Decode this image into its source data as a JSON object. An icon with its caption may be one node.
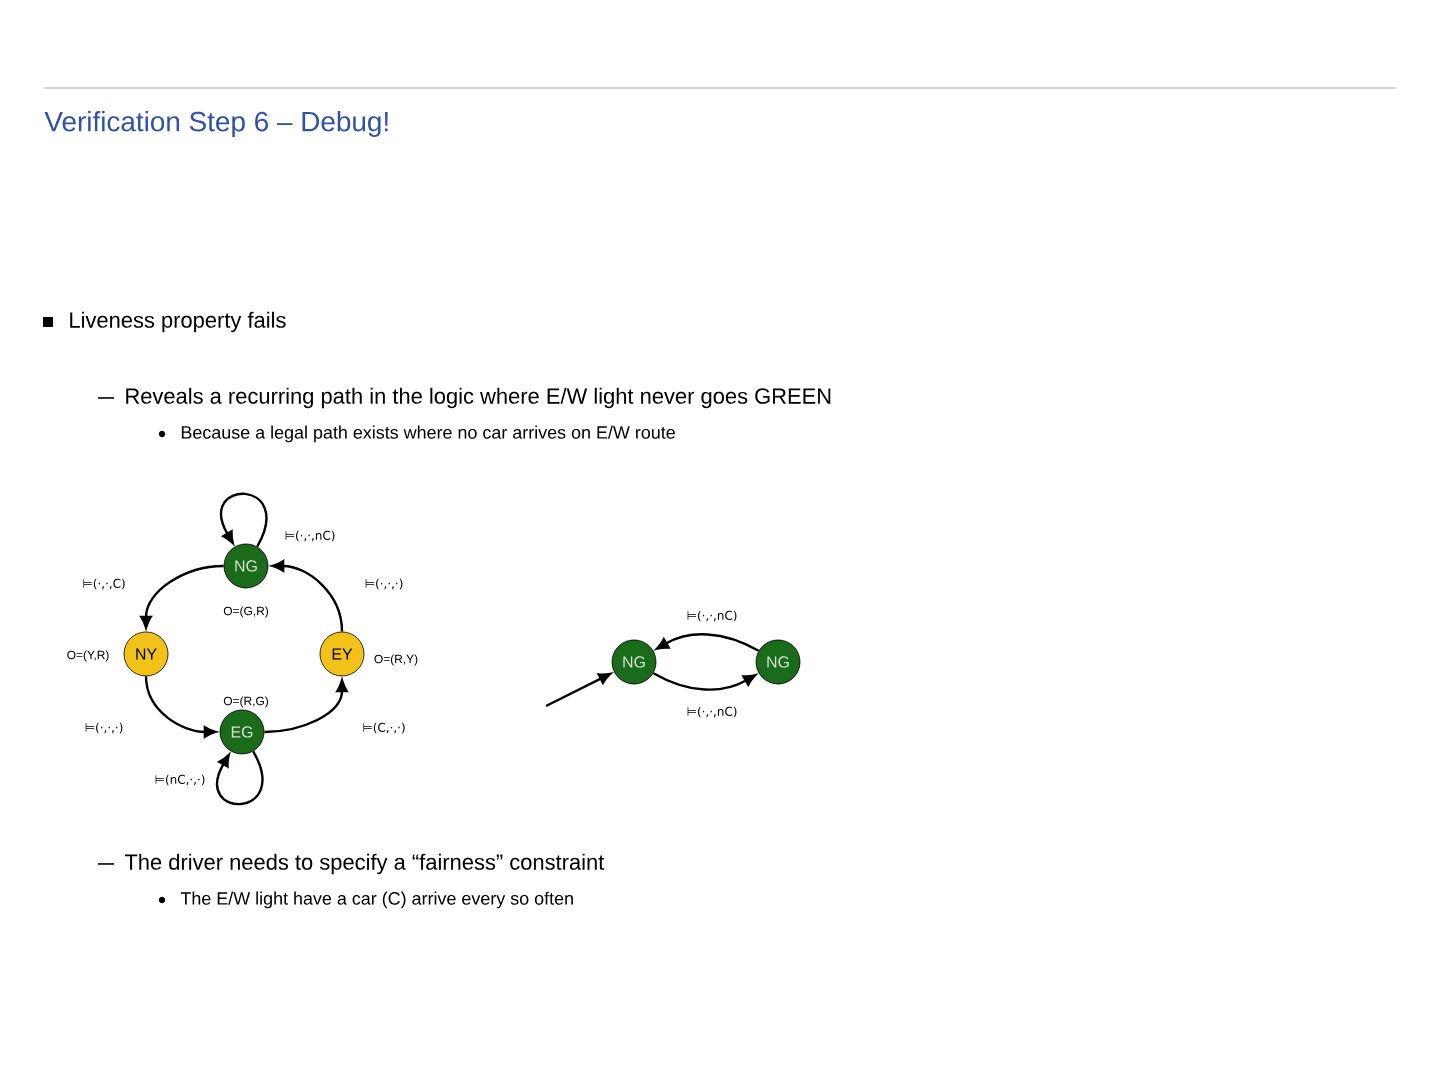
{
  "diagram": {
    "title": "Verification Step 6 – Debug!",
    "nodes": [
      {
        "text": [
          "NG"
        ],
        "beside": [
          "O=(G,R)"
        ]
      },
      {
        "text": [
          "NY"
        ],
        "beside": [
          "O=(Y,R)"
        ]
      },
      {
        "text": [
          "EY"
        ],
        "beside": [
          "O=(R,Y)"
        ]
      },
      {
        "text": [
          "EG"
        ],
        "beside": [
          "O=(R,G)"
        ]
      },
      {
        "text": [
          "NG"
        ]
      },
      {
        "text": [
          "NG"
        ]
      }
    ],
    "edges": [
      {
        "from": 0,
        "to": 0,
        "arrow": "to",
        "label": "⊨(·,·,nC)"
      },
      {
        "from": 0,
        "to": 1,
        "arrow": "to",
        "label": "⊨(·,·,C)"
      },
      {
        "from": 2,
        "to": 0,
        "arrow": "to",
        "label": "⊨(·,·,·)"
      },
      {
        "from": 1,
        "to": 3,
        "arrow": "to",
        "label": "⊨(·,·,·)"
      },
      {
        "from": 3,
        "to": 2,
        "arrow": "to",
        "label": "⊨(C,·,·)"
      },
      {
        "from": 3,
        "to": 3,
        "arrow": "to",
        "label": "⊨(nC,·,·)"
      },
      {
        "from": 5,
        "to": 4,
        "arrow": "to",
        "label": "⊨(·,·,nC)"
      },
      {
        "from": 4,
        "to": 5,
        "arrow": "to",
        "label": "⊨(·,·,nC)"
      },
      {
        "from": null,
        "to": 4,
        "arrow": "to"
      }
    ],
    "labels": [
      "Liveness property fails",
      "Reveals a recurring path in the logic where E/W light never goes GREEN",
      "Because a legal path exists where no car arrives on E/W route",
      "The driver needs to specify a “fairness” constraint",
      "The E/W light have a car (C) arrive every so often"
    ]
  }
}
